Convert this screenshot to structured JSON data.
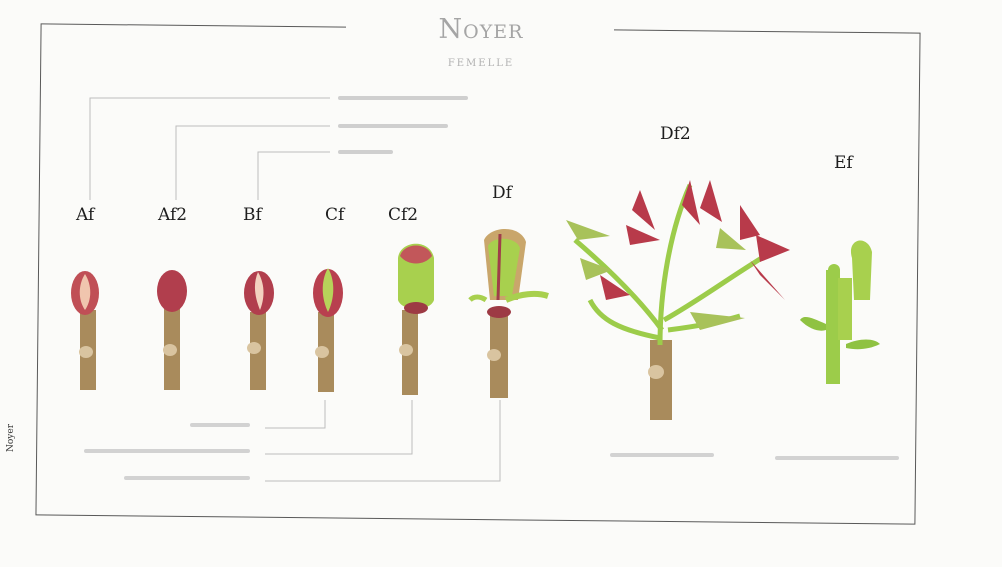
{
  "plate": {
    "title": "Noyer",
    "subtitle": "femelle",
    "side_label": "Noyer"
  },
  "stages": [
    {
      "id": "af",
      "label": "Af"
    },
    {
      "id": "af2",
      "label": "Af2"
    },
    {
      "id": "bf",
      "label": "Bf"
    },
    {
      "id": "cf",
      "label": "Cf"
    },
    {
      "id": "cf2",
      "label": "Cf2"
    },
    {
      "id": "df",
      "label": "Df"
    },
    {
      "id": "df2",
      "label": "Df2"
    },
    {
      "id": "ef",
      "label": "Ef"
    }
  ],
  "colors": {
    "stem": "#a98b5c",
    "bud_red": "#b8404f",
    "bud_pink": "#e8b7a4",
    "leaf_green": "#9ccc4a",
    "leaf_red": "#b83a4a",
    "leader_line": "#bdbdbd"
  }
}
